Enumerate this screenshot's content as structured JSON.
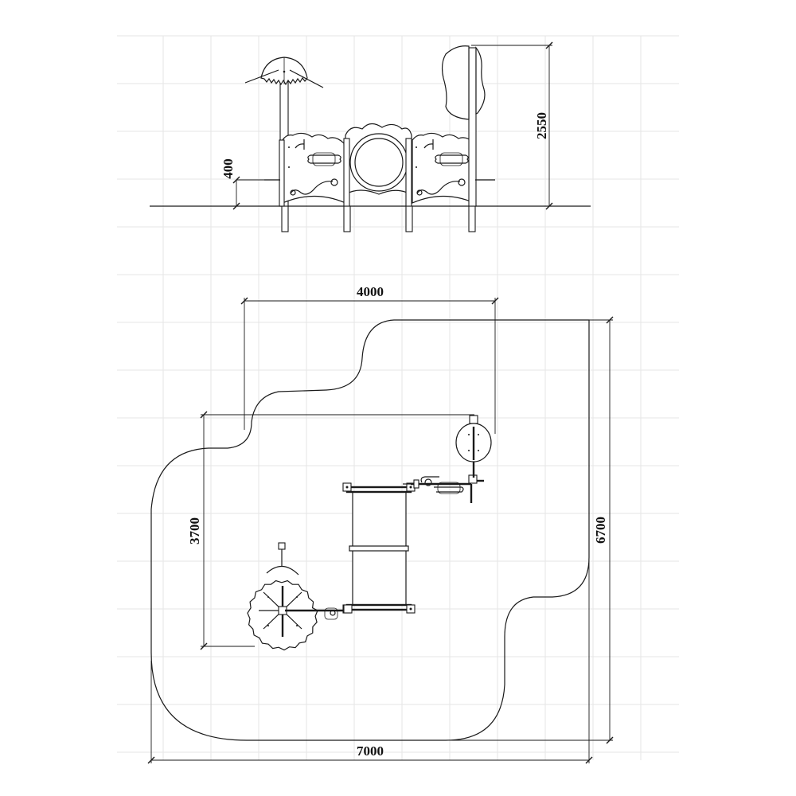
{
  "drawing": {
    "elevation_view": {
      "dimensions": {
        "platform_height": "400",
        "total_height": "2550"
      }
    },
    "plan_view": {
      "dimensions": {
        "structure_width": "4000",
        "structure_depth": "3700",
        "zone_depth": "6700",
        "zone_width": "7000"
      }
    }
  }
}
